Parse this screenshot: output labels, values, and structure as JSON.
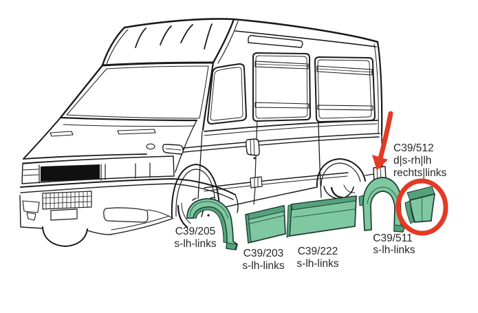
{
  "parts": [
    {
      "code": "C39/205",
      "variant": "s-lh-links"
    },
    {
      "code": "C39/203",
      "variant": "s-lh-links"
    },
    {
      "code": "C39/222",
      "variant": "s-lh-links"
    },
    {
      "code": "C39/511",
      "variant": "s-lh-links"
    },
    {
      "code": "C39/512",
      "variant": "d|s-rh|lh",
      "variant2": "rechts|links"
    }
  ],
  "colors": {
    "part_highlight": "#7fc8a2",
    "part_highlight_dark": "#54a17c",
    "part_outline": "#1d3c2e",
    "annotation_red": "#e23b25",
    "line_art": "#1a1a1a",
    "label_text": "#262626"
  }
}
